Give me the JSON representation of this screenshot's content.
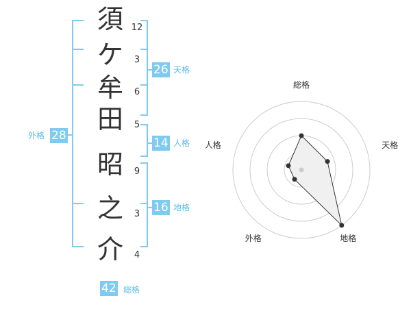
{
  "name": {
    "chars": [
      "須",
      "ケ",
      "牟",
      "田",
      "昭",
      "之",
      "介"
    ],
    "strokes": [
      "12",
      "3",
      "6",
      "5",
      "9",
      "3",
      "4"
    ]
  },
  "fortunes": {
    "tenkaku": {
      "label": "天格",
      "value": "26"
    },
    "jinkaku": {
      "label": "人格",
      "value": "14"
    },
    "chikaku": {
      "label": "地格",
      "value": "16"
    },
    "gaikaku": {
      "label": "外格",
      "value": "28"
    },
    "soukaku": {
      "label": "総格",
      "value": "42"
    }
  },
  "chart_data": {
    "type": "radar",
    "axes": [
      "総格",
      "天格",
      "地格",
      "外格",
      "人格"
    ],
    "values": [
      42,
      26,
      16,
      28,
      14
    ],
    "plotted_radius_fraction": [
      0.5,
      0.4,
      1.0,
      0.17,
      0.2
    ],
    "rings": 4,
    "colors": {
      "fill": "#f0f0f0",
      "line": "#333333",
      "ring": "#cccccc",
      "center": "#cccccc"
    }
  },
  "colors": {
    "accent": "#7fcbf0",
    "accent_text": "#5bb9e8",
    "text": "#333333"
  }
}
